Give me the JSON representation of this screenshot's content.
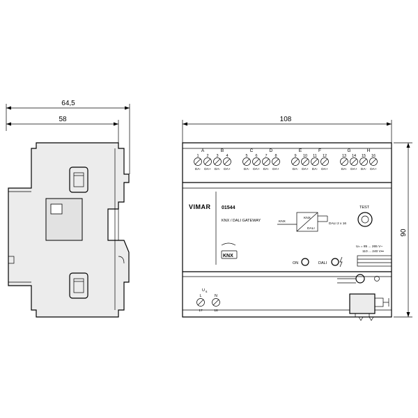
{
  "dimensions": {
    "side_total_width": "64,5",
    "side_body_width": "58",
    "front_width": "108",
    "front_height": "90"
  },
  "device": {
    "brand": "VIMAR",
    "code": "01544",
    "name": "KNX / DALI GATEWAY",
    "test_label": "TEST",
    "knx_label": "KNX",
    "knx_box_top": "KNX",
    "knx_box_bottom": "DALI",
    "dali_spec": "DALI 2 x 16",
    "on_label": "ON",
    "dali_led_label": "DALI",
    "supply_line1": "Uₙ = 85 ... 265 V~",
    "supply_line2": "110 ... 240 V⎓",
    "power_label": "U",
    "power_sub": "s",
    "logo_text": "KNX"
  },
  "terminals": {
    "top_numbers": [
      "1",
      "2",
      "3",
      "4",
      "5",
      "6",
      "7",
      "8",
      "9",
      "10",
      "11",
      "12",
      "13",
      "14",
      "15",
      "16"
    ],
    "top_pins": [
      "DA-",
      "DA+",
      "DA-",
      "DA+",
      "DA-",
      "DA+",
      "DA-",
      "DA+",
      "DA-",
      "DA+",
      "DA-",
      "DA+",
      "DA-",
      "DA+",
      "DA-",
      "DA+"
    ],
    "channels": [
      "A",
      "B",
      "C",
      "D",
      "E",
      "F",
      "G",
      "H"
    ],
    "bottom_letters": [
      "L",
      "N"
    ],
    "bottom_numbers": [
      "17",
      "18"
    ]
  },
  "colors": {
    "line": "#000000",
    "shade": "#ececec",
    "background": "#ffffff"
  }
}
